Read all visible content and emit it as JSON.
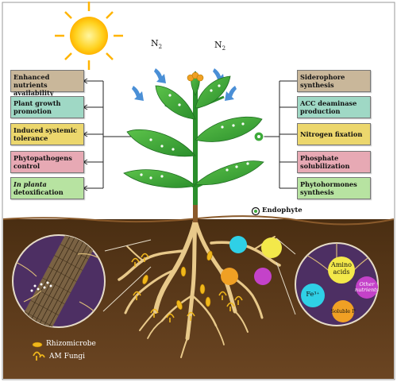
{
  "left_boxes": [
    {
      "line1": "Enhanced nutrients",
      "line2": "availability",
      "color": "#c9b79a"
    },
    {
      "line1": "Plant growth",
      "line2": "promotion",
      "color": "#9fd8c5"
    },
    {
      "line1": "Induced systemic",
      "line2": "tolerance",
      "color": "#ecd76d"
    },
    {
      "line1": "Phytopathogens",
      "line2": "control",
      "color": "#e7a9b4"
    },
    {
      "line1_italic": "In planta",
      "line2": "detoxification",
      "color": "#b7e3a1"
    }
  ],
  "right_boxes": [
    {
      "line1": "Siderophore",
      "line2": "synthesis",
      "color": "#c9b79a"
    },
    {
      "line1": "ACC deaminase",
      "line2": "production",
      "color": "#9fd8c5"
    },
    {
      "line1": "Nitrogen fixation",
      "line2": "",
      "color": "#ecd76d"
    },
    {
      "line1": "Phosphate",
      "line2": "solubilization",
      "color": "#e7a9b4"
    },
    {
      "line1": "Phytohormones",
      "line2": "synthesis",
      "color": "#b7e3a1"
    }
  ],
  "n2": {
    "text": "N",
    "sub": "2"
  },
  "endophyte_label": "Endophyte",
  "legend": {
    "rhizomicrobe": "Rhizomicrobe",
    "am_fungi": "AM Fungi"
  },
  "circle_labels": {
    "amino": {
      "line1": "Amino",
      "line2": "acids"
    },
    "fe": "Fe³⁺",
    "other": {
      "line1": "Other",
      "line2": "nutrients"
    },
    "soluble_p": "Soluble P"
  },
  "colors": {
    "soil": "#5a3a1a",
    "sky": "#ffffff",
    "leaf": "#3daa3a",
    "root": "#e8c98a",
    "sun": "#ffd21f",
    "cyan_bubble": "#2fd0e6",
    "yellow_bubble": "#f3e84a",
    "magenta_bubble": "#c442c9",
    "orange_bubble": "#f0a024",
    "zoom_circle": "#4d2f63"
  }
}
